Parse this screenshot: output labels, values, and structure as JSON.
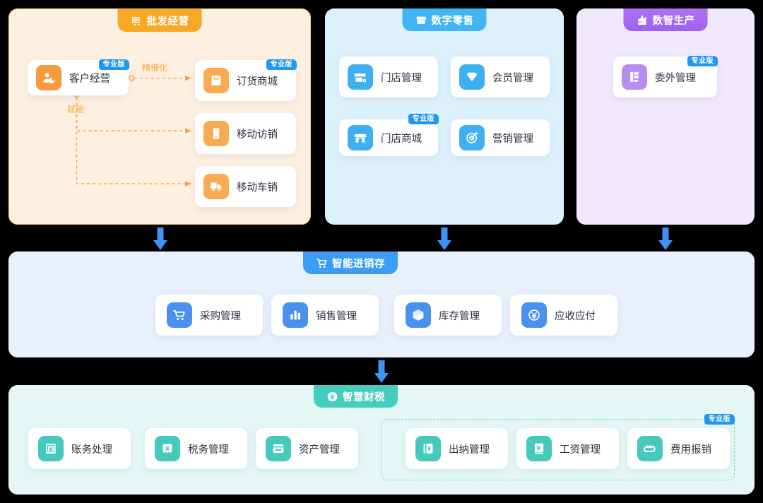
{
  "pro_badge": "专业版",
  "colors": {
    "wholesale": "#f9a825",
    "wholesale_body": "#fdf0e0",
    "wholesale_icon": "#f59b3c",
    "retail": "#41b6f5",
    "retail_body": "#ddf1fc",
    "retail_icon": "#3eb0f2",
    "produce": "#a463f2",
    "produce_body": "#f0e8fd",
    "produce_icon": "#b98cf0",
    "invsale": "#2196f3",
    "invsale_body": "#e8f0fc",
    "invsale_icon": "#4a90ee",
    "finance": "#3fcfbe",
    "finance_body": "#e4f7f4",
    "finance_icon": "#45c9bc",
    "arrow": "#3d94f6",
    "badge": "#2196f3"
  },
  "sections": [
    {
      "id": "wholesale",
      "title": "批发经营",
      "icon": "cart-shelf-icon",
      "cards": [
        {
          "label": "客户经营",
          "icon": "customer-icon",
          "pro": true
        },
        {
          "label": "订货商城",
          "icon": "shoppingbag-icon",
          "pro": true
        },
        {
          "label": "移动访销",
          "icon": "mobile-icon",
          "pro": false
        },
        {
          "label": "移动车销",
          "icon": "truck-icon",
          "pro": false
        }
      ],
      "connectors": [
        {
          "label": "精细化",
          "from": "客户经营",
          "to": "订货商城"
        },
        {
          "label": "赋能",
          "from": "客户经营",
          "to": "移动访销"
        },
        {
          "label": "赋能",
          "from": "客户经营",
          "to": "移动车销"
        }
      ]
    },
    {
      "id": "retail",
      "title": "数字零售",
      "icon": "storefront-icon",
      "cards": [
        {
          "label": "门店管理",
          "icon": "store-icon",
          "pro": false
        },
        {
          "label": "会员管理",
          "icon": "diamond-icon",
          "pro": false
        },
        {
          "label": "门店商城",
          "icon": "shop-icon",
          "pro": true
        },
        {
          "label": "营销管理",
          "icon": "target-icon",
          "pro": false
        }
      ]
    },
    {
      "id": "produce",
      "title": "数智生产",
      "icon": "factory-icon",
      "cards": [
        {
          "label": "委外管理",
          "icon": "outsource-icon",
          "pro": true
        }
      ]
    },
    {
      "id": "invsale",
      "title": "智能进销存",
      "icon": "cart-icon",
      "cards": [
        {
          "label": "采购管理",
          "icon": "purchase-cart-icon",
          "pro": false
        },
        {
          "label": "销售管理",
          "icon": "bar-chart-icon",
          "pro": false
        },
        {
          "label": "库存管理",
          "icon": "box-icon",
          "pro": false
        },
        {
          "label": "应收应付",
          "icon": "yuan-circle-icon",
          "pro": false
        }
      ]
    },
    {
      "id": "finance",
      "title": "智慧财税",
      "icon": "yuan-badge-icon",
      "cards": [
        {
          "label": "账务处理",
          "icon": "ledger-icon",
          "pro": false
        },
        {
          "label": "税务管理",
          "icon": "tax-icon",
          "pro": false
        },
        {
          "label": "资产管理",
          "icon": "asset-icon",
          "pro": false
        },
        {
          "label": "出纳管理",
          "icon": "cashier-icon",
          "pro": false
        },
        {
          "label": "工资管理",
          "icon": "payroll-icon",
          "pro": false
        },
        {
          "label": "费用报销",
          "icon": "expense-icon",
          "pro": false
        }
      ],
      "pro_group": {
        "badge": "专业版",
        "members": [
          "出纳管理",
          "工资管理",
          "费用报销"
        ]
      }
    }
  ],
  "flow_arrows": [
    {
      "from": "批发经营",
      "to": "智能进销存"
    },
    {
      "from": "数字零售",
      "to": "智能进销存"
    },
    {
      "from": "数智生产",
      "to": "智能进销存"
    },
    {
      "from": "智能进销存",
      "to": "智慧财税"
    }
  ]
}
